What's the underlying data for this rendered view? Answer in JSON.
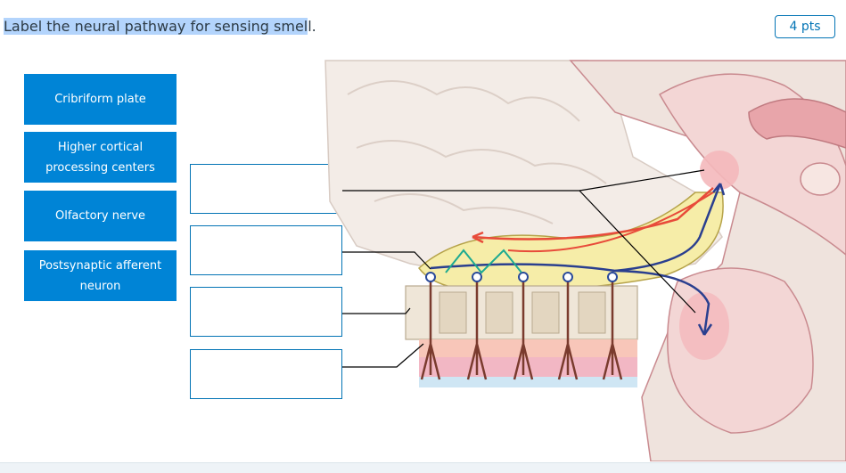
{
  "question": {
    "text_selected": "Label the neural pathway for sensing smel",
    "text_rest": "l."
  },
  "points": "4 pts",
  "labels": [
    "Cribriform plate",
    "Higher cortical processing centers",
    "Olfactory nerve",
    "Postsynaptic afferent neuron"
  ],
  "drop_zones": [
    "",
    "",
    "",
    ""
  ],
  "colors": {
    "accent": "#0374b5",
    "tile": "#0084d6",
    "selection": "#b3d4fc"
  }
}
